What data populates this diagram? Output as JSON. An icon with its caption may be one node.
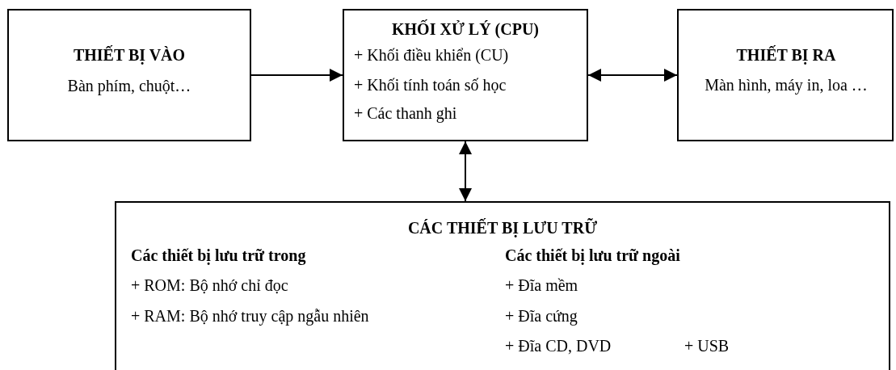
{
  "diagram": {
    "nodes": [
      {
        "text": [
          "THIẾT BỊ VÀO",
          "Bàn phím, chuột…"
        ]
      },
      {
        "text": [
          "KHỐI XỬ LÝ (CPU)",
          "+ Khối điều khiển (CU)",
          "+ Khối tính toán số học",
          "+ Các thanh ghi"
        ]
      },
      {
        "text": [
          "THIẾT BỊ RA",
          "Màn hình, máy in, loa …"
        ]
      },
      {
        "text": [
          "CÁC THIẾT BỊ LƯU TRỮ",
          "Các thiết bị lưu trữ trong",
          "+ ROM: Bộ nhớ chỉ đọc",
          "+ RAM: Bộ nhớ truy cập ngẫu nhiên",
          "Các thiết bị lưu trữ ngoài",
          "+ Đĩa mềm",
          "+ Đĩa cứng",
          "+ Đĩa CD, DVD",
          "+ USB"
        ]
      }
    ],
    "edges": [
      {
        "from": 0,
        "to": 1,
        "arrow": "to"
      },
      {
        "from": 1,
        "to": 2,
        "arrow": "both"
      },
      {
        "from": 1,
        "to": 3,
        "arrow": "both"
      }
    ]
  }
}
